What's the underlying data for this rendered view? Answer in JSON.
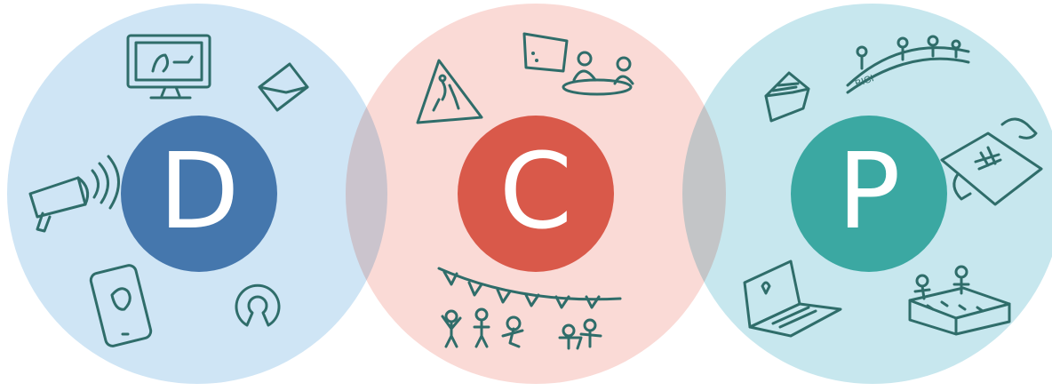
{
  "circles": [
    {
      "letter": "D",
      "outer_color": "#cfe5f5",
      "inner_color": "#4577ad"
    },
    {
      "letter": "C",
      "outer_color": "#fadad6",
      "inner_color": "#d9594a"
    },
    {
      "letter": "P",
      "outer_color": "#c7e7ee",
      "inner_color": "#3ba8a2"
    }
  ],
  "icons": {
    "d": [
      "monitor-icon",
      "envelope-icon",
      "megaphone-icon",
      "smartphone-icon",
      "open-source-icon"
    ],
    "c": [
      "warning-sign-icon",
      "meeting-table-icon",
      "bunting-celebration-icon"
    ],
    "p": [
      "house-icon",
      "bike-lane-map-icon",
      "drawing-map-icon",
      "laptop-icon",
      "model-table-icon"
    ]
  },
  "labels": {
    "bike_lane": "BICI"
  }
}
